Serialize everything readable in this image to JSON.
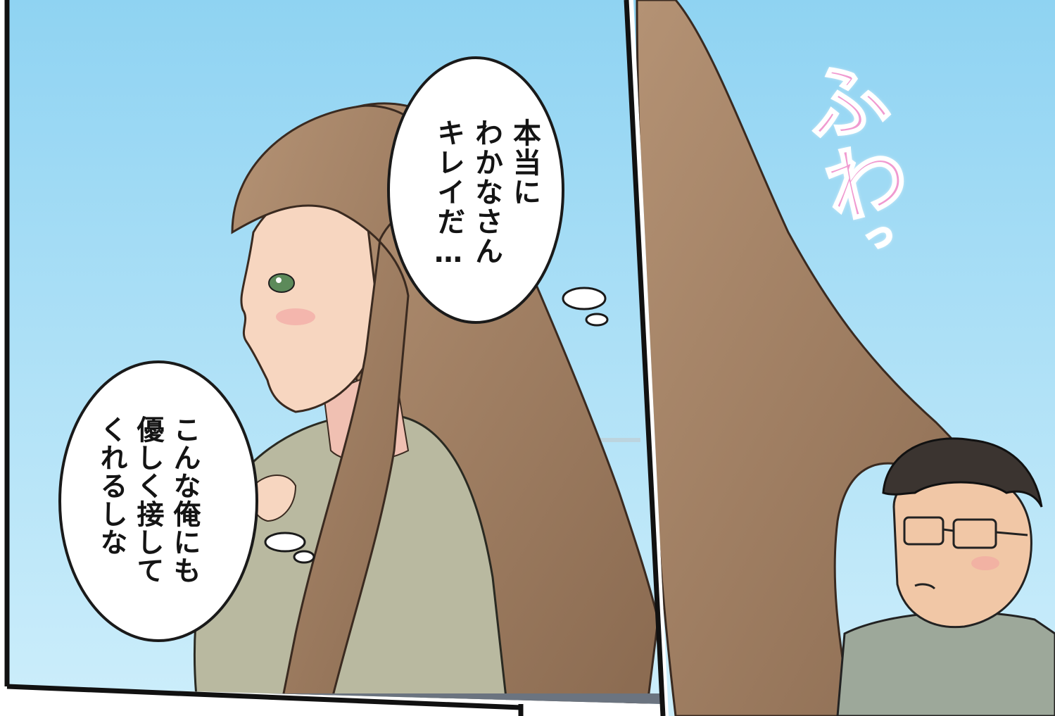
{
  "panels": {
    "left": {
      "thought_bubble": {
        "lines": [
          "本当に",
          "わかなさん",
          "キレイだ…"
        ]
      },
      "speech_bubble": {
        "lines": [
          "こんな俺にも",
          "優しく接して",
          "くれるしな"
        ]
      }
    },
    "right": {
      "sound_effect": {
        "main": "ふわ",
        "tail": "っ"
      }
    }
  },
  "colors": {
    "sky_top": "#8fd3f2",
    "sky_bottom": "#cdeefb",
    "hair": "#a08064",
    "hair_dark": "#7a5c44",
    "skin": "#f7d6c0",
    "jacket": "#b9b9a0",
    "sfx_pink": "#f09ad0",
    "panel_border": "#111111"
  }
}
